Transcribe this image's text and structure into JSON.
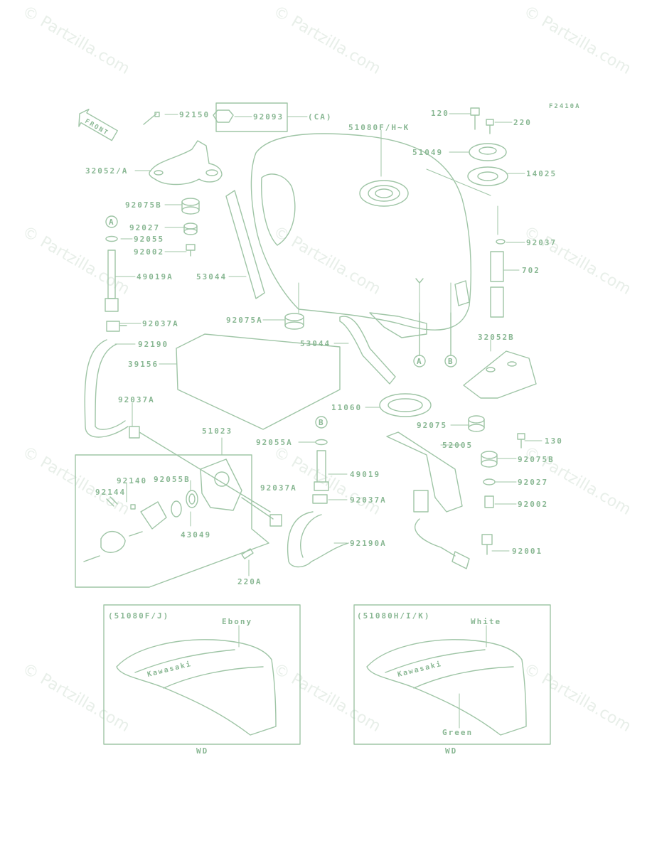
{
  "colors": {
    "line": "#9fc5a6",
    "label": "#8ab894",
    "watermark": "#e8efe9",
    "background": "#ffffff"
  },
  "diagram_code": "F2410A",
  "watermark_text": "© Partzilla.com",
  "front_label": "FRONT",
  "labels": {
    "p92150": "92150",
    "p92093": "92093",
    "ca": "(CA)",
    "p51080fhk": "51080F/H~K",
    "p120": "120",
    "p220": "220",
    "p51049": "51049",
    "p14025": "14025",
    "p32052a": "32052/A",
    "p92075b_top": "92075B",
    "p92027_left": "92027",
    "p92055": "92055",
    "p92002_left": "92002",
    "p49019a": "49019A",
    "p53044_left": "53044",
    "p92037": "92037",
    "p702": "702",
    "p92075a": "92075A",
    "p92037a_top": "92037A",
    "p92190": "92190",
    "p53044_right": "53044",
    "p39156": "39156",
    "p32052b": "32052B",
    "p11060": "11060",
    "p92037a_mid": "92037A",
    "p51023": "51023",
    "p92075": "92075",
    "p130": "130",
    "p92055a": "92055A",
    "p52005": "52005",
    "p92075b_right": "92075B",
    "p92140": "92140",
    "p92144": "92144",
    "p92055b": "92055B",
    "p49019": "49019",
    "p92027_right": "92027",
    "p92037a_low": "92037A",
    "p92037a_b": "92037A",
    "p92002_right": "92002",
    "p43049": "43049",
    "p92190a": "92190A",
    "p92001": "92001",
    "p220a": "220A",
    "callout_a": "A",
    "callout_b": "B"
  },
  "insets": [
    {
      "title": "(51080F/J)",
      "color_label": "Ebony",
      "sub_color": "",
      "code": "WD",
      "logo": "Kawasaki"
    },
    {
      "title": "(51080H/I/K)",
      "color_label": "White",
      "sub_color": "Green",
      "code": "WD",
      "logo": "Kawasaki"
    }
  ]
}
